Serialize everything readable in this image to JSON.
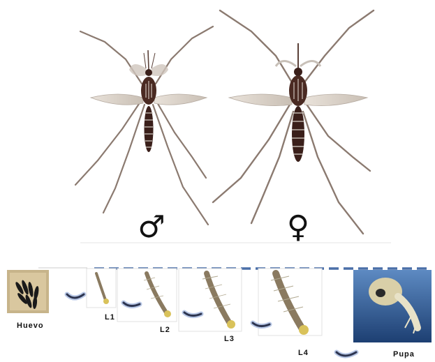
{
  "symbols": {
    "male": "♂",
    "female": "♀"
  },
  "stages": {
    "egg": "Huevo",
    "l1": "L1",
    "l2": "L2",
    "l3": "L3",
    "l4": "L4",
    "pupa": "Pupa"
  },
  "colors": {
    "dash_line": "#4a6fa8",
    "arrow": "#2d3550",
    "arrow_glow": "#b9c8e6",
    "mosquito_body": "#3a1f1a",
    "leg": "#8b7a70",
    "wing": "#d8d0c8",
    "larva": "#8a7a60",
    "pupa_bg": "#2f5f9a"
  }
}
